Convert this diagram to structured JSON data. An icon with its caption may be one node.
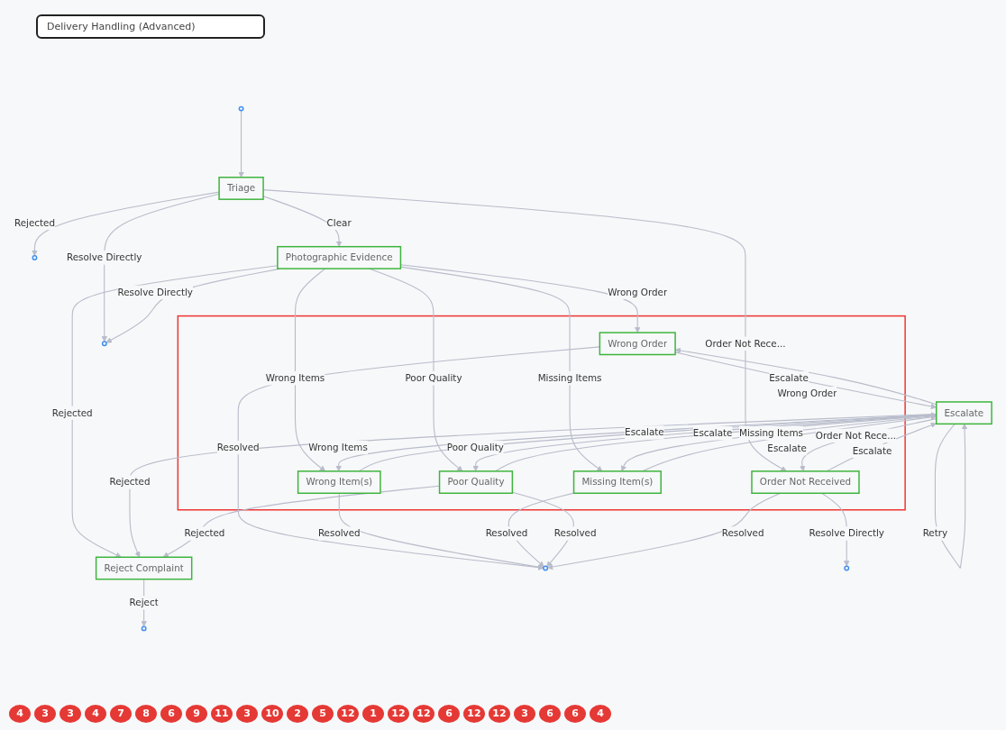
{
  "diagram": {
    "title": "Delivery Handling (Advanced)",
    "nodes": [
      {
        "text": [],
        "shape": "circle"
      },
      {
        "text": [
          "Triage"
        ]
      },
      {
        "text": [],
        "shape": "circle"
      },
      {
        "text": [],
        "shape": "circle"
      },
      {
        "text": [
          "Photographic Evidence"
        ]
      },
      {
        "text": [
          "Reject Complaint"
        ]
      },
      {
        "text": [],
        "shape": "circle"
      },
      {
        "text": [],
        "shape": "box"
      },
      {
        "text": [
          "Wrong Order"
        ],
        "in": 7
      },
      {
        "text": [
          "Wrong Item(s)"
        ],
        "in": 7
      },
      {
        "text": [
          "Missing Item(s)"
        ],
        "in": 7
      },
      {
        "text": [
          "Poor Quality"
        ],
        "in": 7
      },
      {
        "text": [
          "Order Not Received"
        ],
        "in": 7
      },
      {
        "text": [
          "Escalate"
        ]
      },
      {
        "text": [],
        "shape": "circle"
      },
      {
        "text": [],
        "shape": "circle"
      }
    ],
    "edges": [
      {
        "from": 0,
        "to": 1,
        "arrow": "to"
      },
      {
        "from": 1,
        "to": 4,
        "label": "Clear",
        "arrow": "to"
      },
      {
        "from": 1,
        "to": 2,
        "label": "Resolve Directly",
        "arrow": "to"
      },
      {
        "from": 1,
        "to": 3,
        "label": "Rejected",
        "arrow": "to"
      },
      {
        "from": 1,
        "to": 12,
        "label": "Order Not Rece...",
        "arrow": "to"
      },
      {
        "from": 4,
        "to": 2,
        "label": "Resolve Directly",
        "arrow": "to"
      },
      {
        "from": 4,
        "to": 5,
        "label": "Rejected",
        "arrow": "to"
      },
      {
        "from": 4,
        "to": 8,
        "label": "Wrong Order",
        "arrow": "to"
      },
      {
        "from": 4,
        "to": 9,
        "label": "Wrong Items",
        "arrow": "to"
      },
      {
        "from": 4,
        "to": 10,
        "label": "Missing Items",
        "arrow": "to"
      },
      {
        "from": 4,
        "to": 11,
        "label": "Poor Quality",
        "arrow": "to"
      },
      {
        "from": 5,
        "to": 6,
        "label": "Reject",
        "arrow": "to"
      },
      {
        "from": 8,
        "to": 13,
        "label": "Escalate",
        "arrow": "to"
      },
      {
        "from": 13,
        "to": 8,
        "label": "Wrong Order",
        "arrow": "to"
      },
      {
        "from": 9,
        "to": 13,
        "label": "Escalate",
        "arrow": "to"
      },
      {
        "from": 13,
        "to": 9,
        "label": "Wrong Items",
        "arrow": "to"
      },
      {
        "from": 13,
        "to": 10,
        "label": "Missing Items",
        "arrow": "to"
      },
      {
        "from": 10,
        "to": 13,
        "label": "Escalate",
        "arrow": "to"
      },
      {
        "from": 13,
        "to": 11,
        "label": "Poor Quality",
        "arrow": "to"
      },
      {
        "from": 11,
        "to": 13,
        "label": "Escalate",
        "arrow": "to"
      },
      {
        "from": 13,
        "to": 12,
        "label": "Order Not Rece...",
        "arrow": "to"
      },
      {
        "from": 12,
        "to": 13,
        "label": "Escalate",
        "arrow": "to"
      },
      {
        "from": 13,
        "to": 13,
        "label": "Retry",
        "arrow": "to"
      },
      {
        "from": 13,
        "to": 5,
        "label": "Rejected",
        "arrow": "to"
      },
      {
        "from": 11,
        "to": 5,
        "label": "Rejected",
        "arrow": "to"
      },
      {
        "from": 8,
        "to": 14,
        "label": "Resolved",
        "arrow": "to"
      },
      {
        "from": 9,
        "to": 14,
        "label": "Resolved",
        "arrow": "to"
      },
      {
        "from": 10,
        "to": 14,
        "label": "Resolved",
        "arrow": "to"
      },
      {
        "from": 11,
        "to": 14,
        "label": "Resolved",
        "arrow": "to"
      },
      {
        "from": 12,
        "to": 14,
        "label": "Resolved",
        "arrow": "to"
      },
      {
        "from": 12,
        "to": 15,
        "label": "Resolve Directly",
        "arrow": "to"
      }
    ],
    "labels": [
      "4",
      "3",
      "3",
      "4",
      "7",
      "8",
      "6",
      "9",
      "11",
      "3",
      "10",
      "2",
      "5",
      "12",
      "1",
      "12",
      "12",
      "6",
      "12",
      "12",
      "3",
      "6",
      "6",
      "4"
    ]
  }
}
